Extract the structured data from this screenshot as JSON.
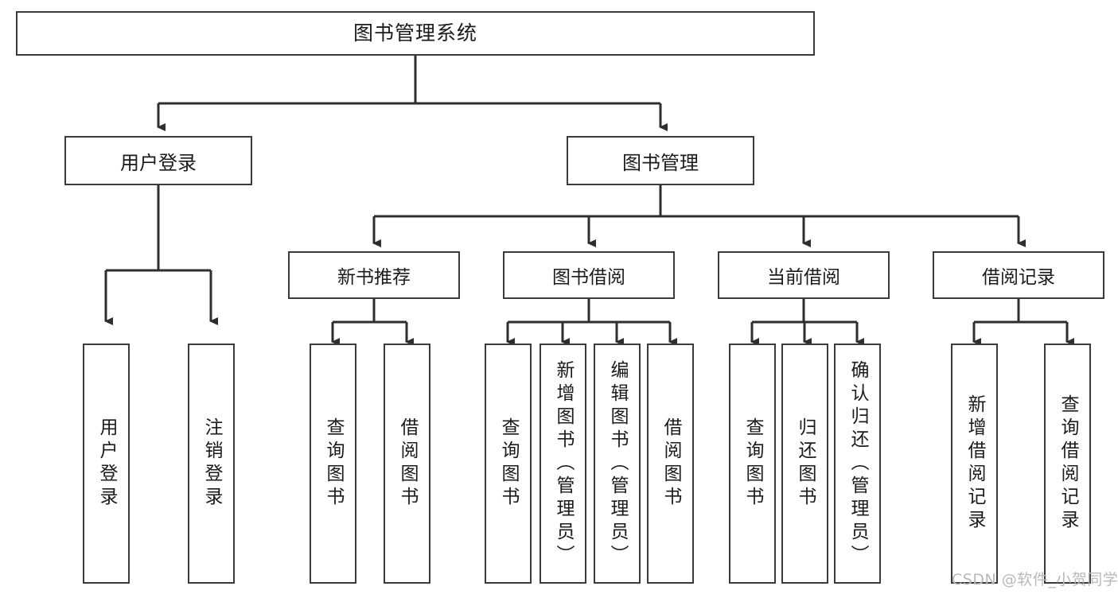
{
  "diagram": {
    "title": "图书管理系统",
    "type": "tree-hierarchy-diagram",
    "colors": {
      "background": "#ffffff",
      "box_border": "#3a3a3a",
      "box_fill": "#ffffff",
      "text": "#1b1b1b",
      "edge": "#2e2e2e",
      "watermark": "#b9b9b9"
    },
    "root": {
      "label": "图书管理系统"
    },
    "level2": [
      {
        "label": "用户登录"
      },
      {
        "label": "图书管理"
      }
    ],
    "level3": [
      {
        "label": "新书推荐"
      },
      {
        "label": "图书借阅"
      },
      {
        "label": "当前借阅"
      },
      {
        "label": "借阅记录"
      }
    ],
    "leaves": {
      "user_login": [
        {
          "label": "用户登录"
        },
        {
          "label": "注销登录"
        }
      ],
      "new_book_recommend": [
        {
          "label": "查询图书"
        },
        {
          "label": "借阅图书"
        }
      ],
      "book_borrow": [
        {
          "label": "查询图书"
        },
        {
          "label": "新增图书（管理员）"
        },
        {
          "label": "编辑图书（管理员）"
        },
        {
          "label": "借阅图书"
        }
      ],
      "current_borrow": [
        {
          "label": "查询图书"
        },
        {
          "label": "归还图书"
        },
        {
          "label": "确认归还（管理员）"
        }
      ],
      "borrow_record": [
        {
          "label": "新增借阅记录"
        },
        {
          "label": "查询借阅记录"
        }
      ]
    }
  },
  "watermark": {
    "text": "CSDN @软件_小贺同学"
  }
}
